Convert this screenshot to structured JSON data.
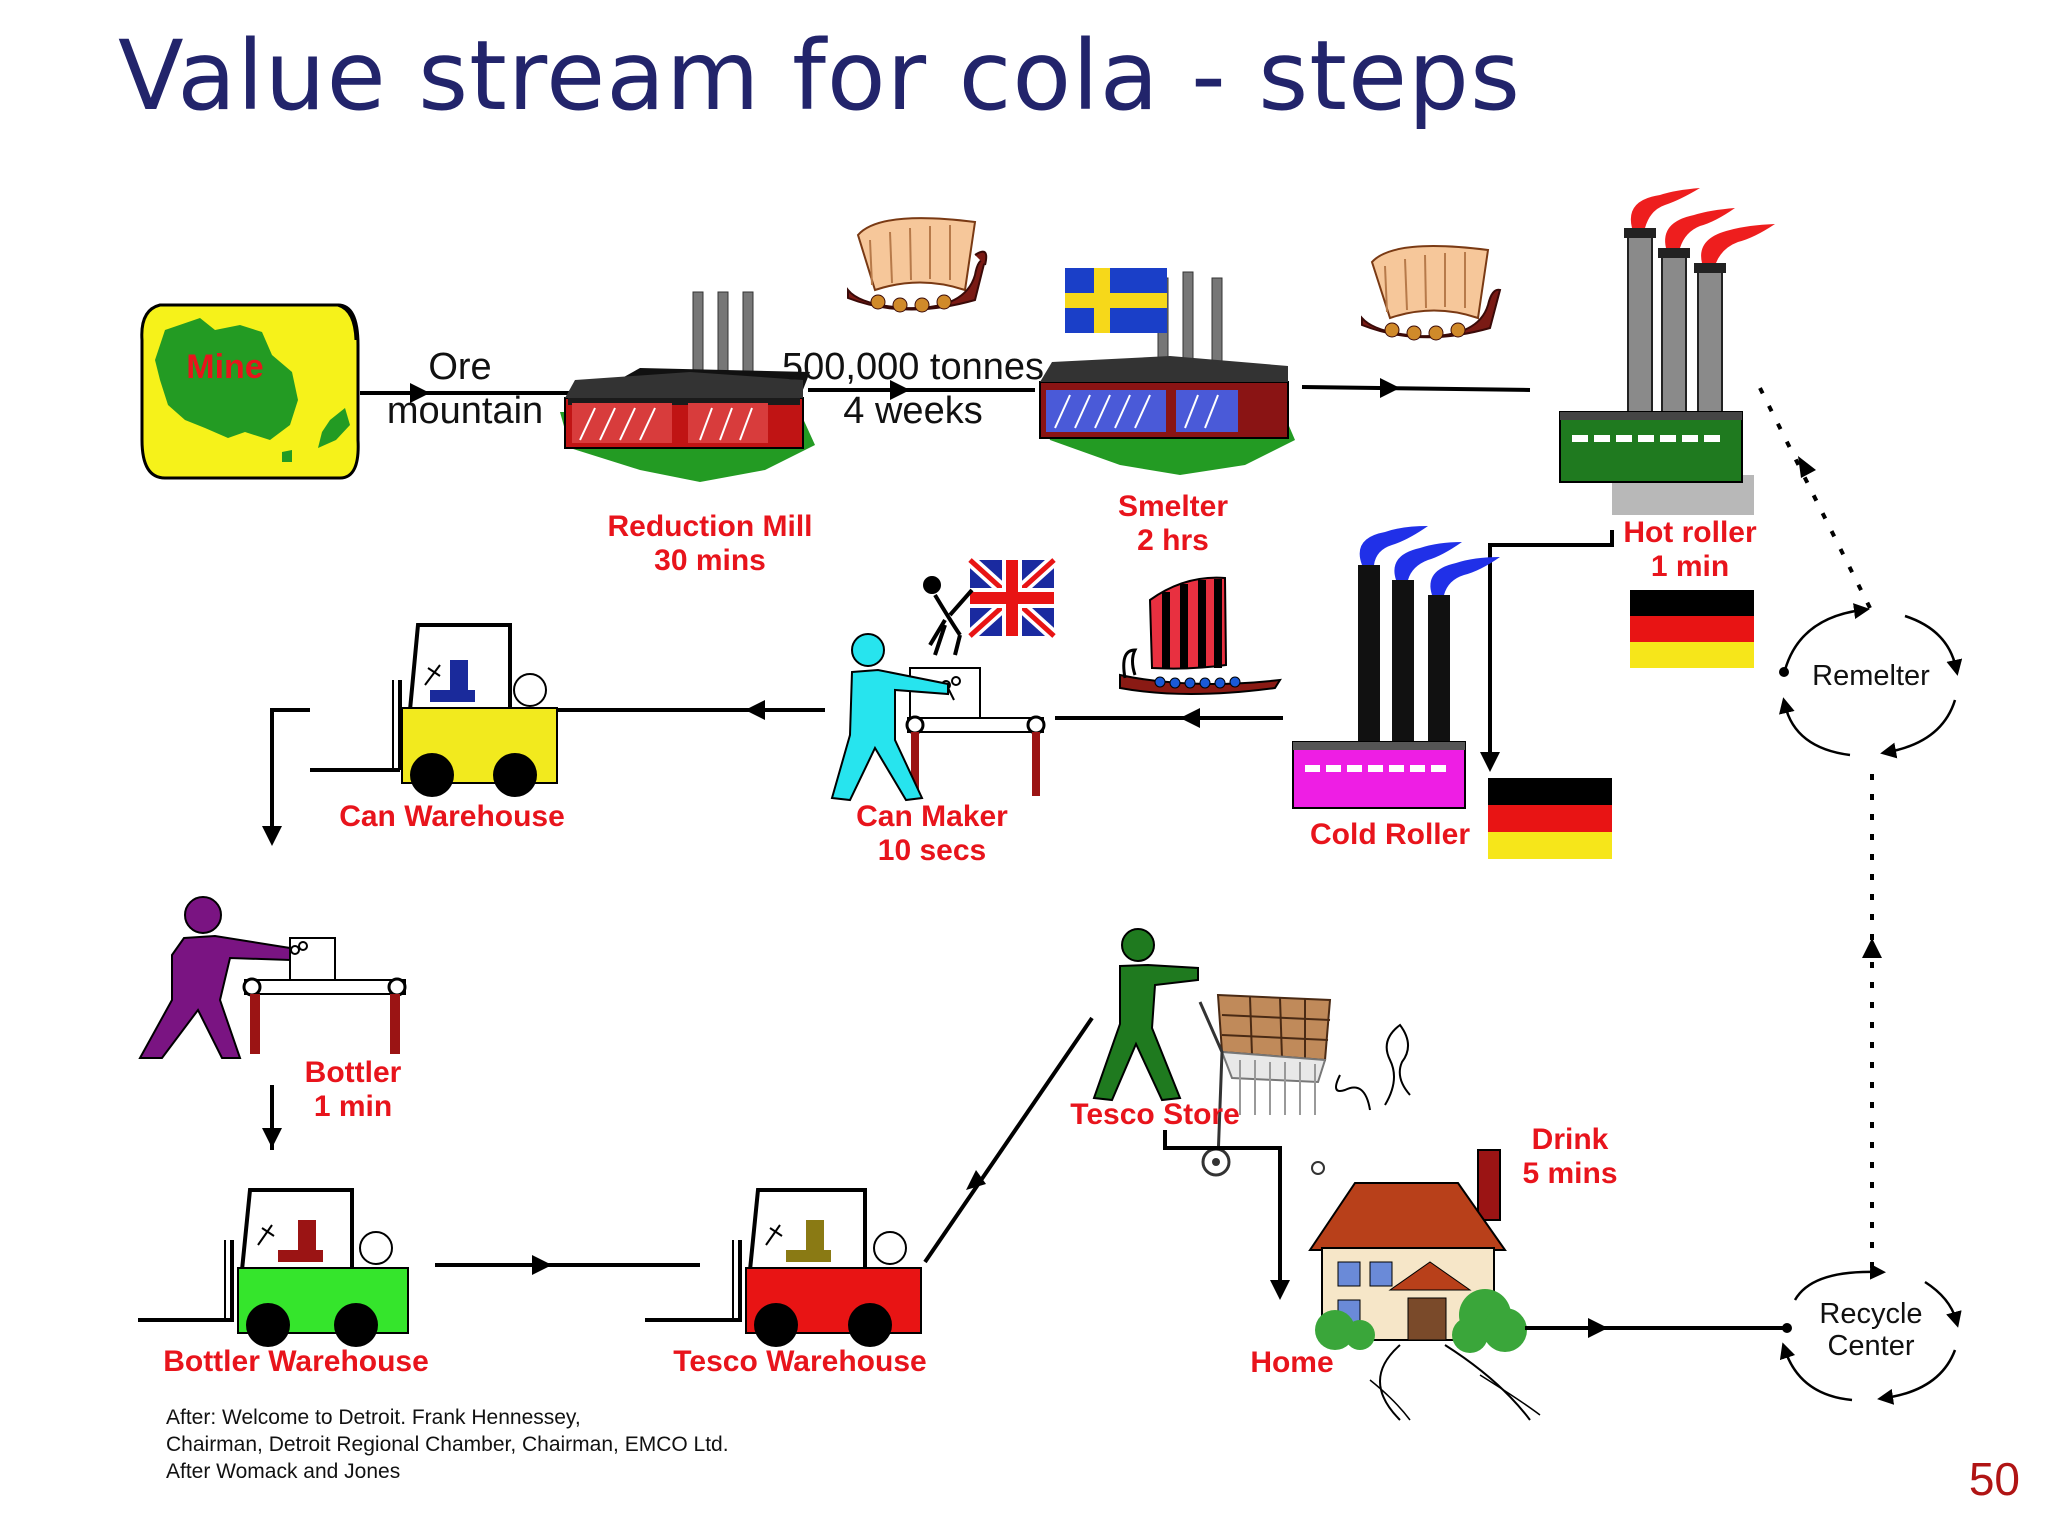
{
  "title": "Value stream for cola - steps",
  "mine_label": "Mine",
  "flow_labels": {
    "ore_line1": "Ore",
    "ore_line2": "mountain",
    "shipment_line1": "500,000 tonnes",
    "shipment_line2": "4 weeks"
  },
  "stations": {
    "reduction_mill": {
      "name": "Reduction Mill",
      "time": "30 mins"
    },
    "smelter": {
      "name": "Smelter",
      "time": "2 hrs"
    },
    "hot_roller": {
      "name": "Hot roller",
      "time": "1 min"
    },
    "cold_roller": {
      "name": "Cold Roller"
    },
    "can_maker": {
      "name": "Can Maker",
      "time": "10 secs"
    },
    "can_warehouse": {
      "name": "Can Warehouse"
    },
    "bottler": {
      "name": "Bottler",
      "time": "1 min"
    },
    "bottler_warehouse": {
      "name": "Bottler Warehouse"
    },
    "tesco_warehouse": {
      "name": "Tesco Warehouse"
    },
    "tesco_store": {
      "name": "Tesco Store"
    },
    "home": {
      "name": "Home"
    },
    "drink": {
      "name": "Drink",
      "time": "5 mins"
    }
  },
  "cycle_nodes": {
    "remelter": "Remelter",
    "recycle_line1": "Recycle",
    "recycle_line2": "Center"
  },
  "credits": {
    "line1": "After: Welcome to Detroit. Frank Hennessey,",
    "line2": "Chairman, Detroit Regional Chamber, Chairman, EMCO Ltd.",
    "line3": "After Womack and Jones"
  },
  "page_number": "50",
  "colors": {
    "title": "#22246b",
    "label_red": "#e8141c",
    "page_number": "#b01414",
    "forklift_can_warehouse": "#f2ea1e",
    "forklift_bottler_warehouse": "#35e52c",
    "forklift_tesco_warehouse": "#e81414",
    "worker_can_maker": "#27e4ee",
    "worker_bottler": "#7a1482",
    "worker_tesco": "#1f7a1f",
    "hot_roller_building": "#1f7a1f",
    "cold_roller_building": "#ee1ee4"
  },
  "icons": [
    "map-australia-icon",
    "factory-icon",
    "viking-ship-icon",
    "flag-sweden-icon",
    "flag-uk-icon",
    "flag-germany-icon",
    "forklift-icon",
    "worker-icon",
    "conveyor-icon",
    "shopping-cart-icon",
    "house-icon"
  ]
}
